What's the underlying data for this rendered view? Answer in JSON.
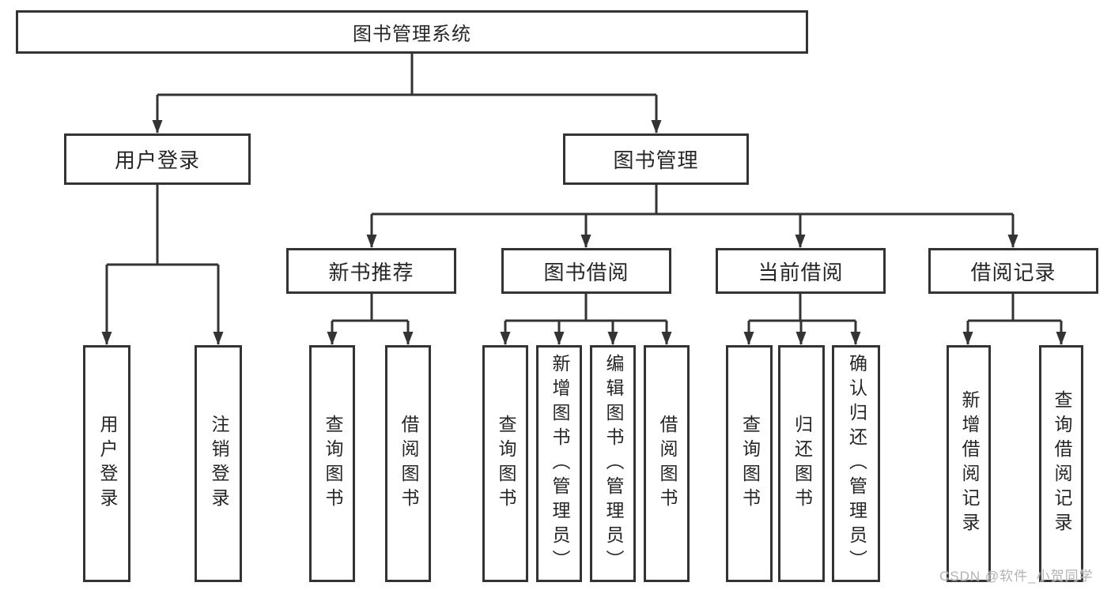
{
  "diagram": {
    "nodes": {
      "root": "图书管理系统",
      "user_login": "用户登录",
      "book_mgmt": "图书管理",
      "ul_login": "用户登录",
      "ul_logout": "注销登录",
      "new_book_rec": "新书推荐",
      "book_borrow": "图书借阅",
      "current_borrow": "当前借阅",
      "borrow_records": "借阅记录",
      "nbr_query": "查询图书",
      "nbr_borrow": "借阅图书",
      "bb_query": "查询图书",
      "bb_add": "新增图书（管理员）",
      "bb_edit": "编辑图书（管理员）",
      "bb_borrow": "借阅图书",
      "cb_query": "查询图书",
      "cb_return": "归还图书",
      "cb_confirm": "确认归还（管理员）",
      "br_add": "新增借阅记录",
      "br_query": "查询借阅记录"
    },
    "colors": {
      "line": "#333333",
      "box_fill": "#ffffff",
      "text": "#262626",
      "watermark": "#b3b3b3"
    }
  },
  "watermark": {
    "text": "CSDN @软件_小贺同学"
  }
}
